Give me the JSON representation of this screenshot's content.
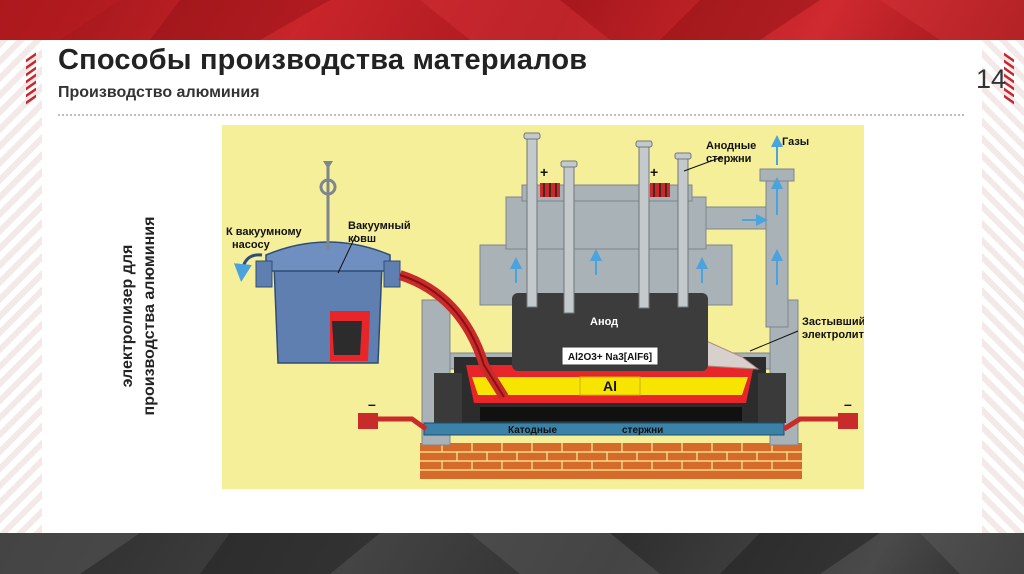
{
  "slide": {
    "title": "Способы производства материалов",
    "subtitle": "Производство алюминия",
    "page_number": "14",
    "vertical_label_line1": "электролизер для",
    "vertical_label_line2": "производства алюминия"
  },
  "diagram": {
    "labels": {
      "vacuum_pump": "К вакуумному насосу",
      "vacuum_pump_l1": "К вакуумному",
      "vacuum_pump_l2": "насосу",
      "vacuum_ladle_l1": "Вакуумный",
      "vacuum_ladle_l2": "ковш",
      "anode_rods_l1": "Анодные",
      "anode_rods_l2": "стержни",
      "gases": "Газы",
      "anode": "Анод",
      "electrolyte_formula": "Al2O3+ Na3[AlF6]",
      "aluminum": "Al",
      "frozen_electrolyte_l1": "Застывший",
      "frozen_electrolyte_l2": "электролит",
      "cathode_rods_l1": "Катодные",
      "cathode_rods_l2": "стержни",
      "plus_left": "+",
      "plus_right": "+",
      "minus_left": "–",
      "minus_right": "–"
    },
    "colors": {
      "background": "#f5ef9a",
      "steel": "#a9b2b7",
      "anode": "#3c3c3c",
      "molten": "#e8262a",
      "aluminum": "#f7e400",
      "brick": "#d66a2a",
      "ladle": "#5f7fb0",
      "arrow": "#4aa3dc"
    }
  }
}
